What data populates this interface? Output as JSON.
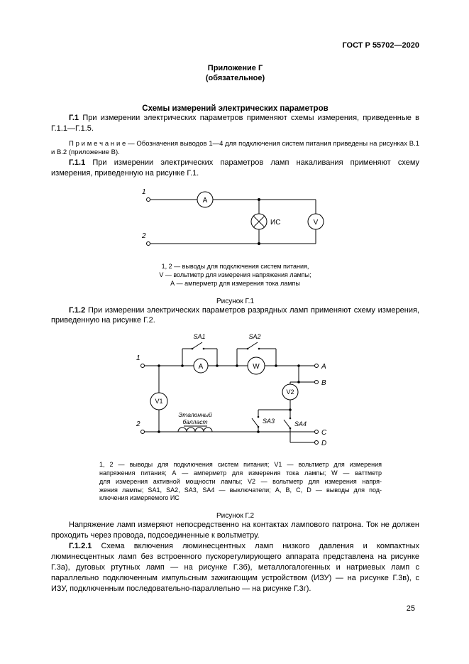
{
  "header": {
    "title": "ГОСТ Р 55702—2020"
  },
  "appendix": {
    "title": "Приложение Г",
    "subtitle": "(обязательное)"
  },
  "section": {
    "title": "Схемы измерений электрических параметров"
  },
  "paragraphs": {
    "p1": {
      "num": "Г.1",
      "text": "При измерении электрических параметров применяют схемы измерения, приведенные в Г.1.1—Г.1.5."
    },
    "note": {
      "text": "П р и м е ч а н и е — Обозначения выводов 1—4 для подключения систем питания приведены на рисунках В.1 и В.2 (приложение В)."
    },
    "p2": {
      "num": "Г.1.1",
      "text": "При измерении электрических параметров ламп накаливания применяют схему измерения, приведенную на рисунке Г.1."
    },
    "p3": {
      "num": "Г.1.2",
      "text": "При измерении электрических параметров разрядных ламп применяют схему измерения, приведенную на рисунке Г.2."
    },
    "p4": {
      "text": "Напряжение ламп измеряют непосредственно на контактах лампового патрона. Ток не должен проходить через провода, подсоединенные к вольтметру."
    },
    "p5": {
      "num": "Г.1.2.1",
      "text": "Схема включения люминесцентных ламп низкого давления и компактных люминесцентных ламп без встроенного пускорегулирующего аппарата представлена на рисунке Г.3а), дуговых ртутных ламп — на рисунке Г.3б), металлогалогенных и натриевых ламп с параллельно подключенным импульсным зажигающим устройством (ИЗУ) — на рисунке Г.3в), с ИЗУ, подключенным последовательно-параллельно — на рисунке Г.3г)."
    }
  },
  "figure1": {
    "labels": {
      "terminal1": "1",
      "terminal2": "2",
      "ammeter": "A",
      "lamp": "ИС",
      "voltmeter": "V"
    },
    "caption": [
      "1, 2 — выводы для подключения систем питания,",
      "V — вольтметр для измерения напряжения лампы;",
      "А — амперметр для измерения тока лампы"
    ],
    "title": "Рисунок Г.1"
  },
  "figure2": {
    "labels": {
      "terminal1": "1",
      "terminal2": "2",
      "ammeter": "A",
      "wattmeter": "W",
      "voltmeter1": "V1",
      "voltmeter2": "V2",
      "switch1": "SA1",
      "switch2": "SA2",
      "switch3": "SA3",
      "switch4": "SA4",
      "terminalA": "A",
      "terminalB": "B",
      "terminalC": "C",
      "terminalD": "D",
      "ballast_line1": "Эталонный",
      "ballast_line2": "балласт"
    },
    "caption": [
      "1, 2 — выводы для подключения систем питания; V1 — вольтметр для измерения",
      "напряжения питания; А — амперметр для измерения тока лампы; W — ваттметр",
      "для измерения активной мощности лампы; V2 — вольтметр для измерения напря-",
      "жения лампы; SA1, SA2, SA3, SA4 — выключатели; А, В, С, D — выводы для под-",
      "ключения измеряемого ИС"
    ],
    "title": "Рисунок Г.2"
  },
  "page": {
    "number": "25"
  }
}
